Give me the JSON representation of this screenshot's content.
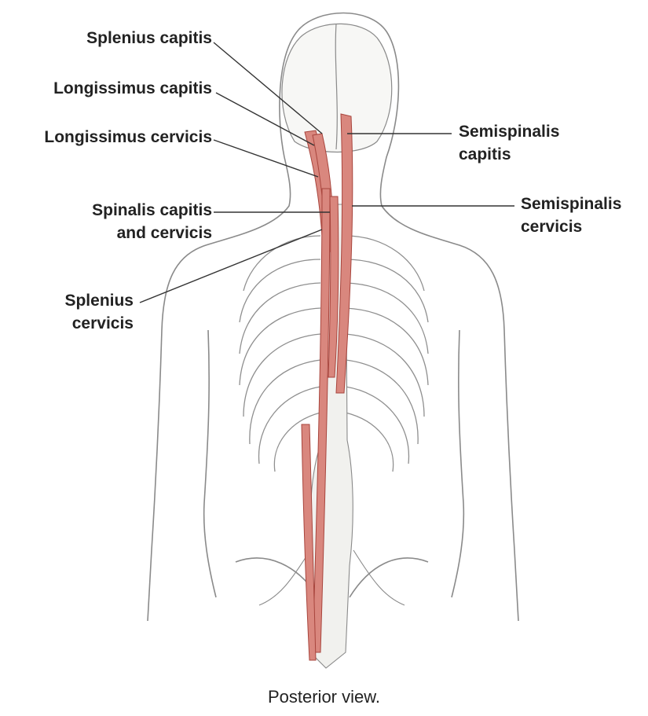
{
  "labels": {
    "splenius_capitis": "Splenius capitis",
    "longissimus_capitis": "Longissimus capitis",
    "longissimus_cervicis": "Longissimus cervicis",
    "spinalis_line1": "Spinalis capitis",
    "spinalis_line2": "and cervicis",
    "splenius_cervicis_line1": "Splenius",
    "splenius_cervicis_line2": "cervicis",
    "semispinalis_capitis_line1": "Semispinalis",
    "semispinalis_capitis_line2": "capitis",
    "semispinalis_cervicis_line1": "Semispinalis",
    "semispinalis_cervicis_line2": "cervicis"
  },
  "caption": "Posterior view.",
  "colors": {
    "muscle": "#d9877e",
    "muscle_edge": "#a8453d",
    "outline": "#7a7a7a",
    "bone": "#f4f4f2",
    "leader": "#333333"
  }
}
